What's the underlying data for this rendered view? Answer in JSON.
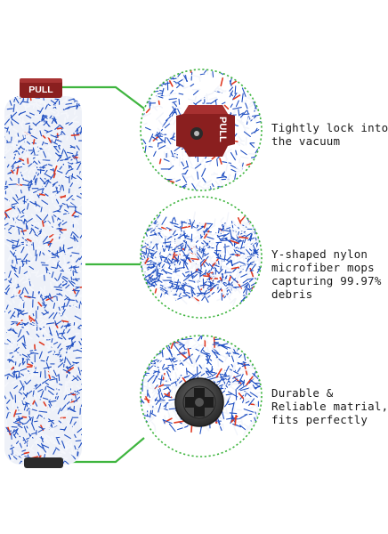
{
  "product": {
    "tab_label": "PULL",
    "cap_label": "PULL"
  },
  "features": [
    {
      "lines": [
        "Tightly lock into",
        "the vacuum"
      ]
    },
    {
      "lines": [
        "Y-shaped nylon",
        "microfiber mops",
        "capturing 99.97%",
        "debris"
      ]
    },
    {
      "lines": [
        "Durable &",
        "Reliable matrial,",
        "fits perfectly"
      ]
    }
  ],
  "colors": {
    "connector_green": "#3fb53f",
    "circle_border": "#3fb53f",
    "bristle_blue": "#1f4fc2",
    "bristle_white": "#f4f6fb",
    "bristle_red": "#e03a22",
    "cap_red": "#8a1f1f",
    "hub_grey": "#3a3a3a"
  }
}
